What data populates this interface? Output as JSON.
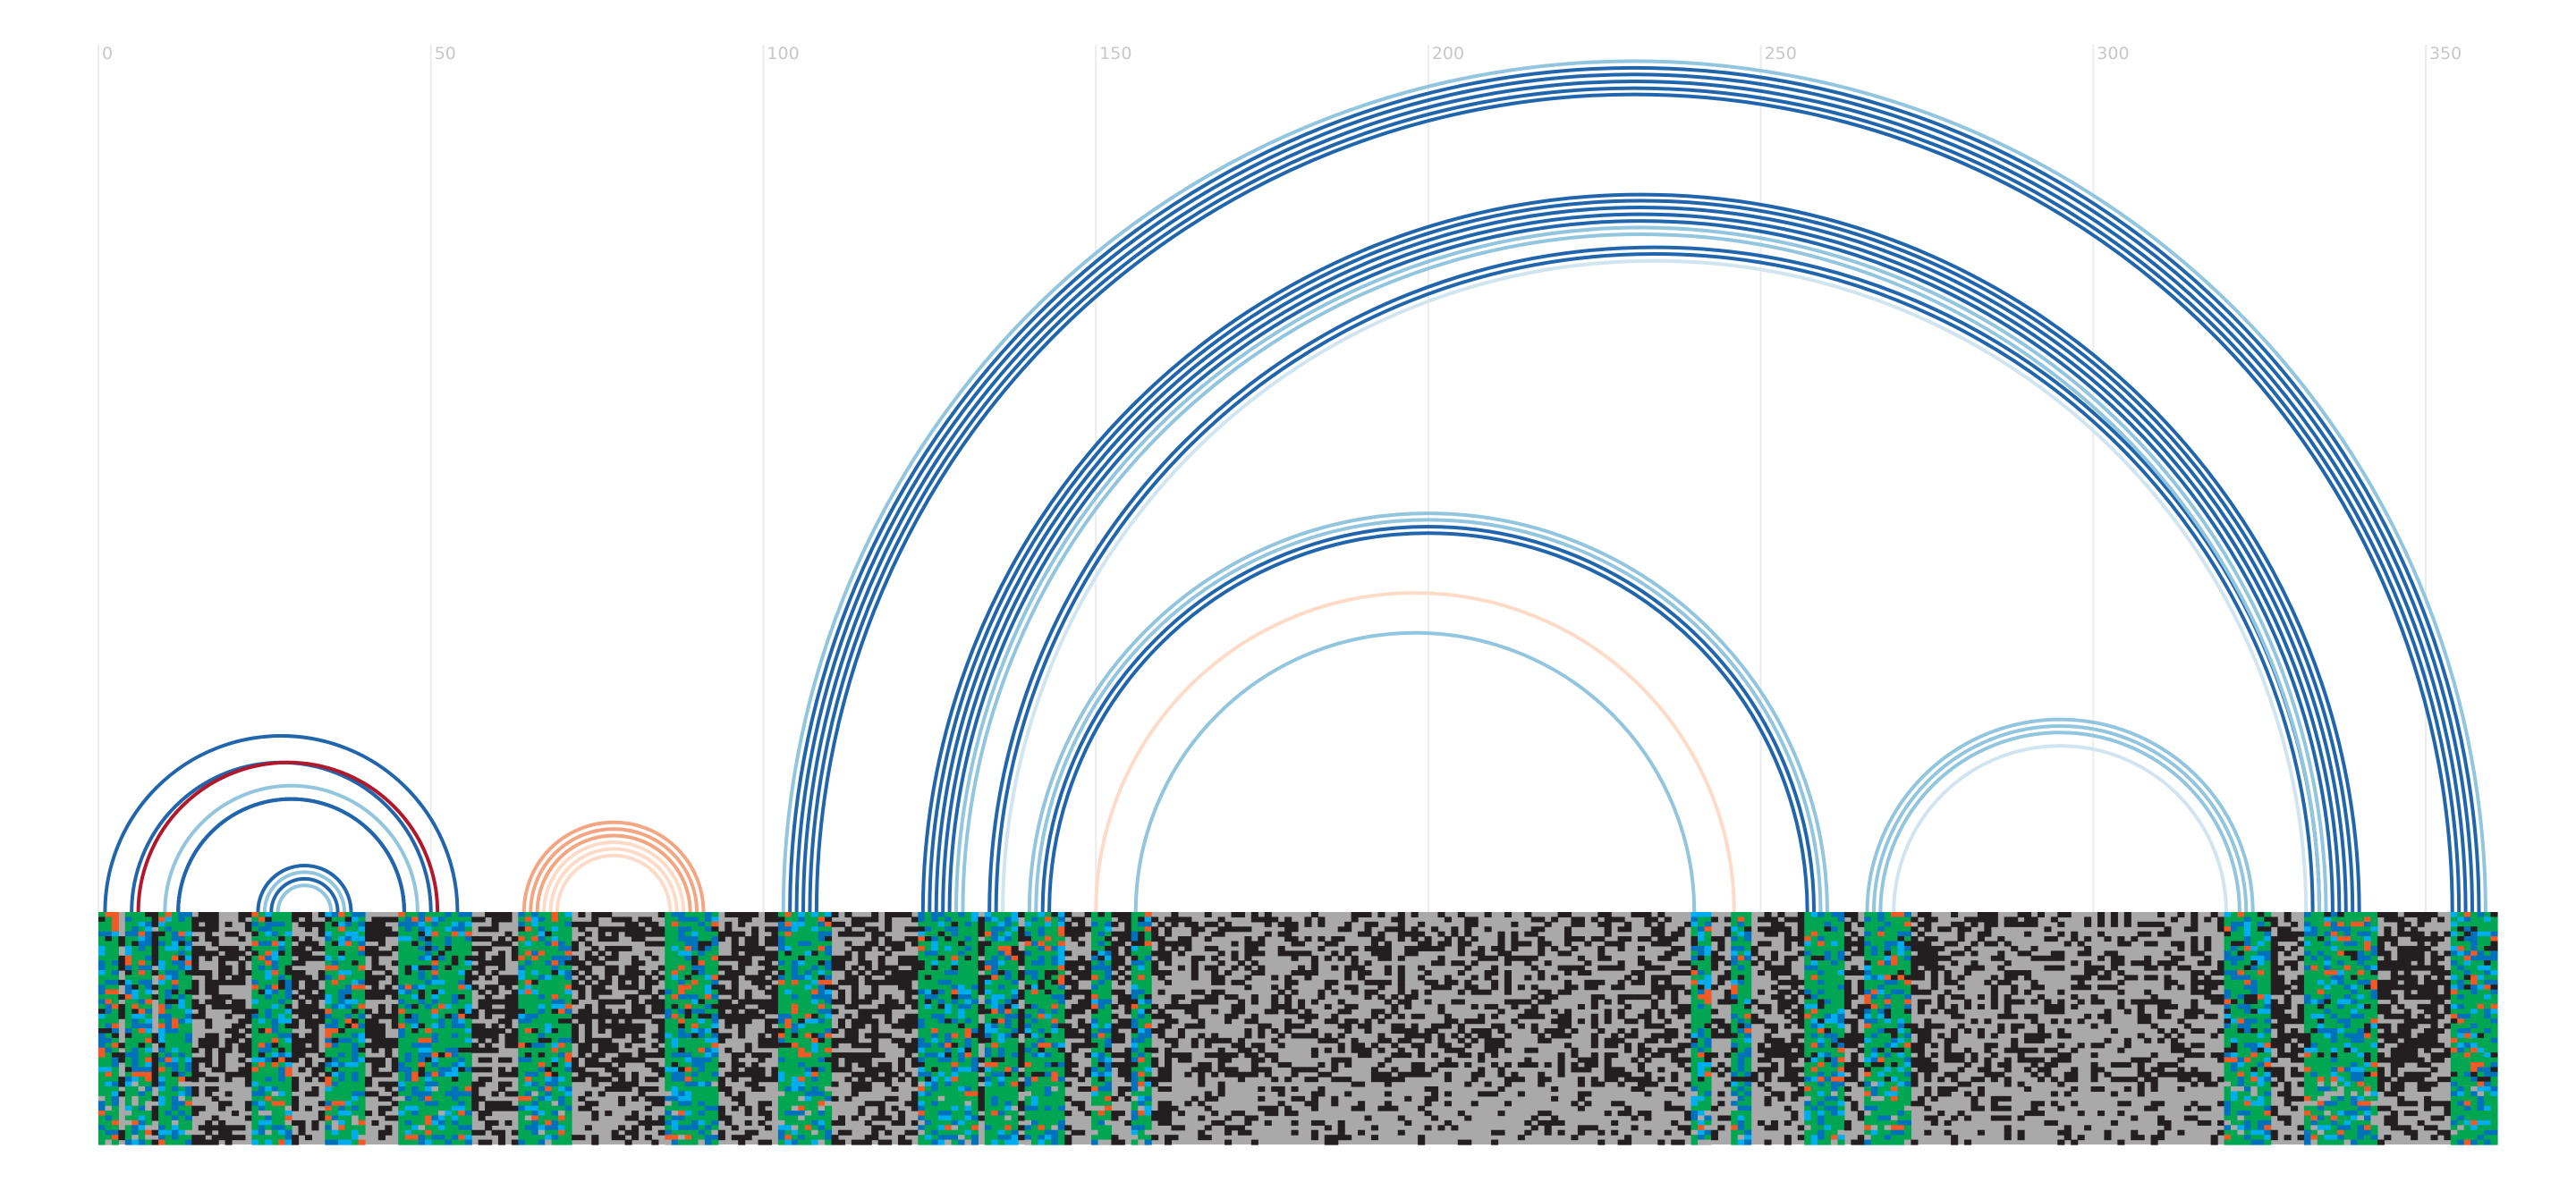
{
  "chart_data": {
    "type": "arc",
    "description_kind": "RNA arc diagram with alignment strip",
    "x_range": [
      0,
      360
    ],
    "x_ticks": [
      0,
      50,
      100,
      150,
      200,
      250,
      300,
      350
    ],
    "x_tick_labels": [
      "0",
      "50",
      "100",
      "150",
      "200",
      "250",
      "300",
      "350"
    ],
    "grid": true,
    "alignment_length": 360,
    "alignment_rows": 48,
    "arc_groups": [
      {
        "color": "#2166ac",
        "arcs": [
          [
            1,
            54
          ],
          [
            5,
            50
          ],
          [
            12,
            46
          ],
          [
            12,
            46
          ],
          [
            12,
            46
          ],
          [
            24,
            38
          ],
          [
            26,
            36
          ]
        ]
      },
      {
        "color": "#b2182b",
        "arcs": [
          [
            6,
            51
          ]
        ]
      },
      {
        "color": "#92c5de",
        "arcs": [
          [
            10,
            48
          ],
          [
            25,
            37
          ],
          [
            27,
            35
          ]
        ]
      },
      {
        "color": "#f4a582",
        "arcs": [
          [
            64,
            91
          ],
          [
            65,
            90
          ],
          [
            66,
            89
          ]
        ]
      },
      {
        "color": "#fddbc7",
        "arcs": [
          [
            67,
            88
          ],
          [
            68,
            87
          ],
          [
            69,
            86
          ]
        ]
      },
      {
        "color": "#2166ac",
        "arcs": [
          [
            104,
            358
          ],
          [
            105,
            357
          ],
          [
            106,
            356
          ],
          [
            107,
            355
          ],
          [
            108,
            354
          ],
          [
            124,
            340
          ],
          [
            125,
            339
          ],
          [
            126,
            338
          ],
          [
            127,
            337
          ],
          [
            128,
            336
          ],
          [
            134,
            334
          ],
          [
            135,
            333
          ],
          [
            142,
            258
          ],
          [
            143,
            257
          ]
        ]
      },
      {
        "color": "#92c5de",
        "arcs": [
          [
            103,
            359
          ],
          [
            129,
            335
          ],
          [
            130,
            334
          ],
          [
            140,
            260
          ],
          [
            141,
            259
          ],
          [
            156,
            240
          ]
        ]
      },
      {
        "color": "#d1e5f0",
        "arcs": [
          [
            136,
            332
          ]
        ]
      },
      {
        "color": "#fddbc7",
        "arcs": [
          [
            150,
            246
          ]
        ]
      },
      {
        "color": "#92c5de",
        "arcs": [
          [
            266,
            324
          ],
          [
            267,
            323
          ],
          [
            268,
            322
          ]
        ]
      },
      {
        "color": "#d1e5f0",
        "arcs": [
          [
            270,
            320
          ]
        ]
      }
    ],
    "alignment_colors": {
      "gap": "#a9a9a9",
      "mismatch": "#231f20",
      "paired_consistent": "#00a651",
      "paired_blue": "#0072bc",
      "paired_cyan": "#00aeef",
      "paired_orange": "#f15a24"
    }
  }
}
